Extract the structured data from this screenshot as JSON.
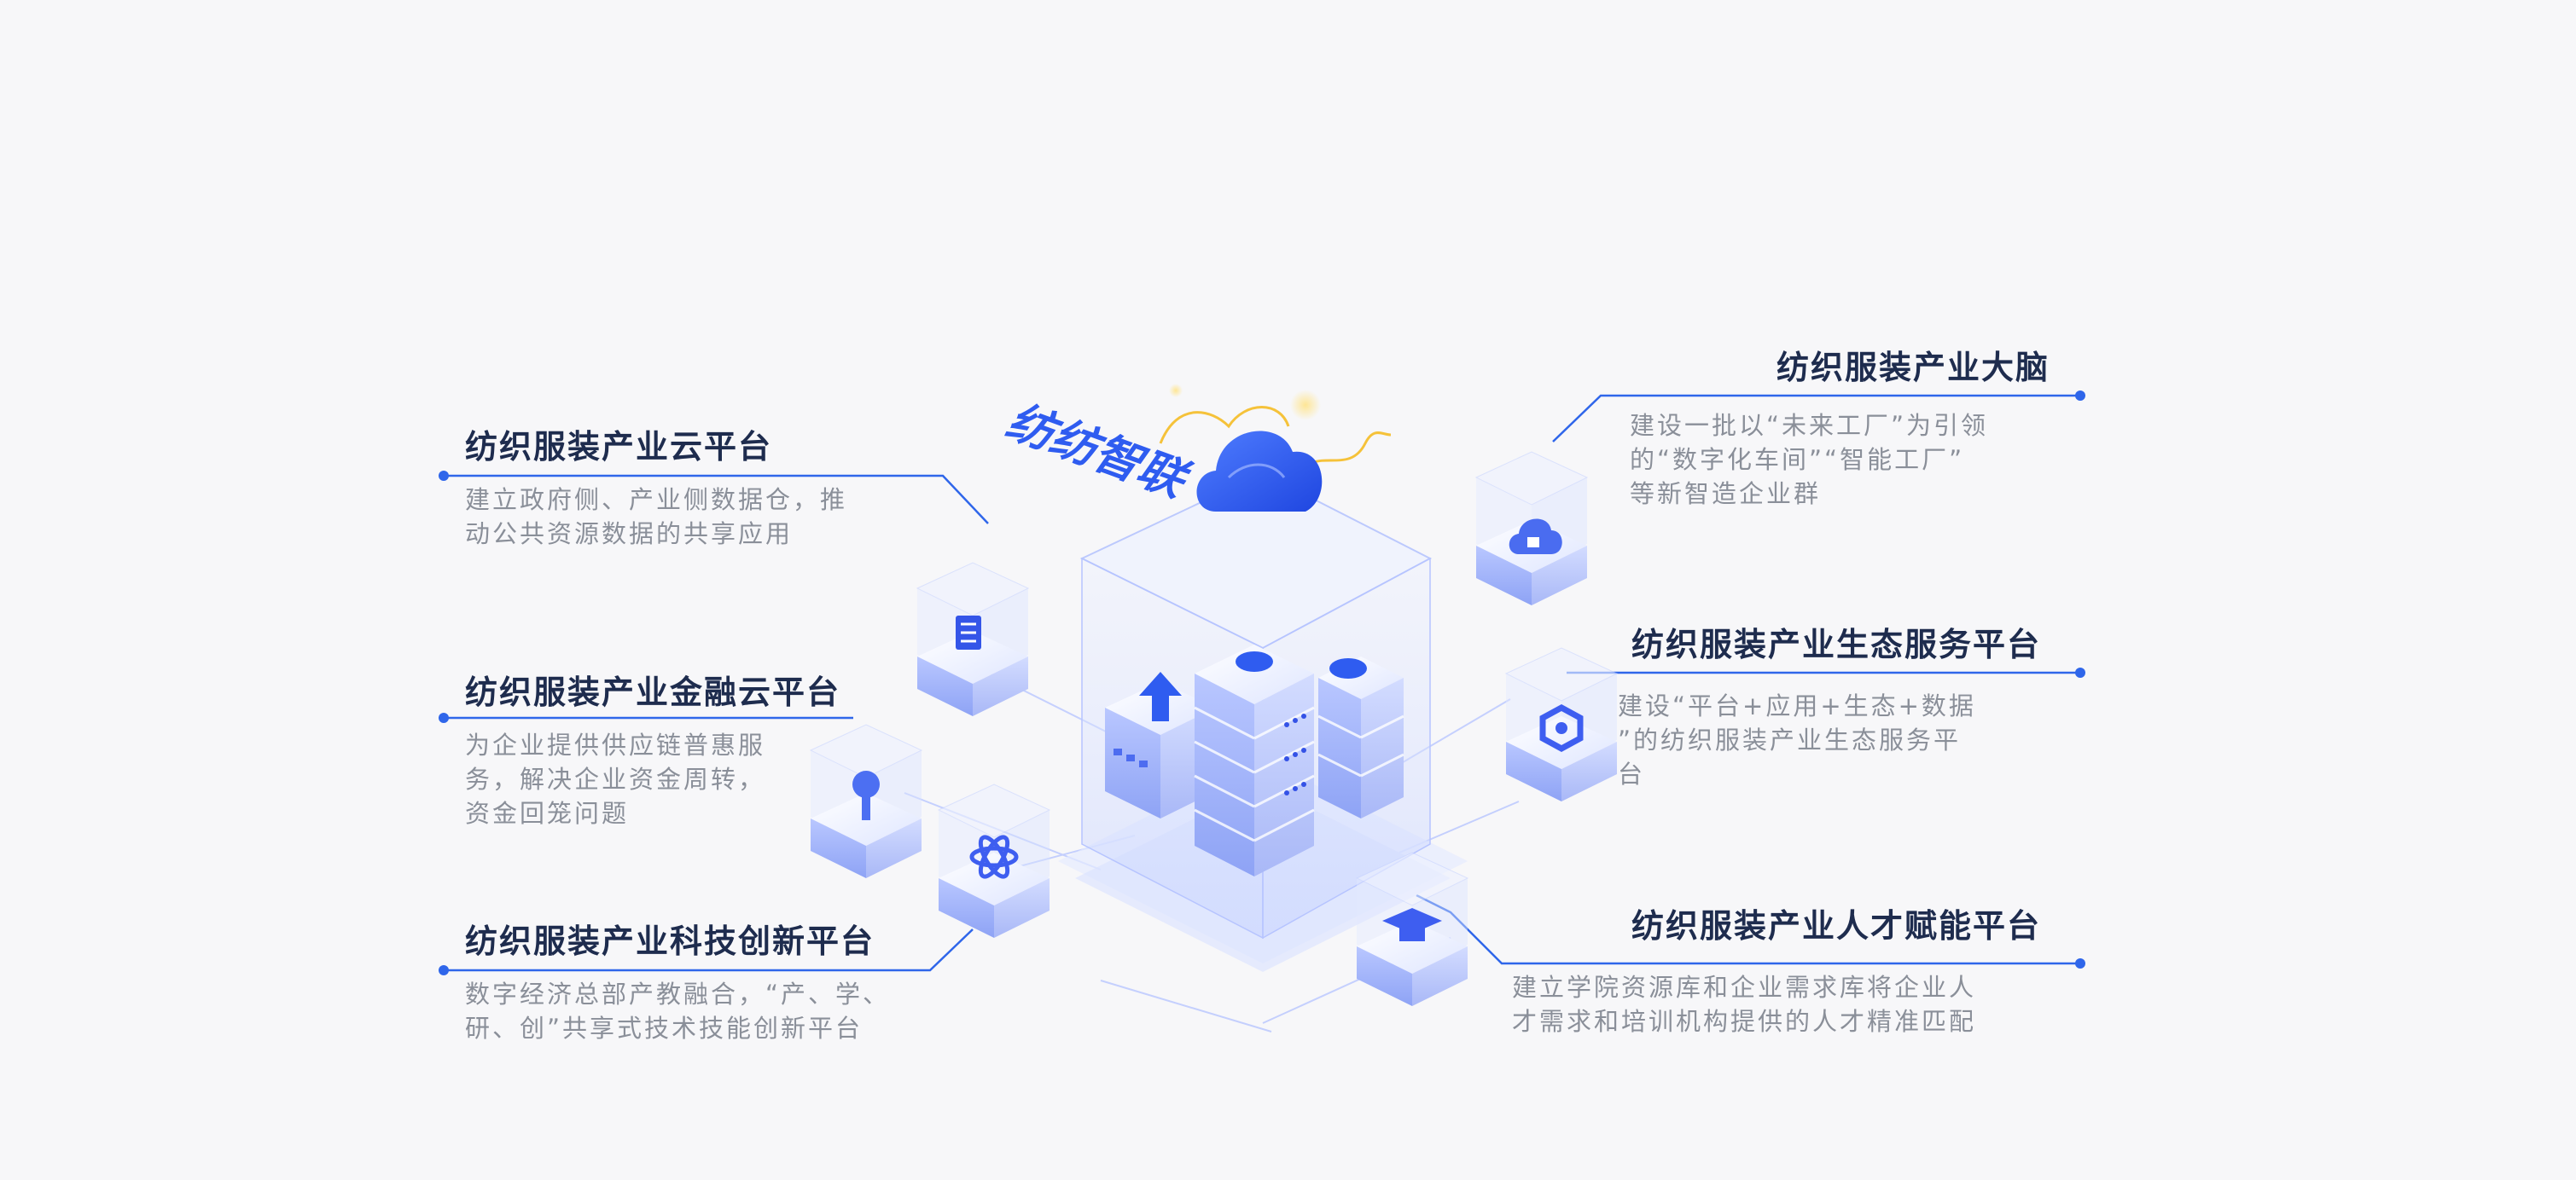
{
  "platform_label": "纺纺智联",
  "left": [
    {
      "title": "纺织服装产业云平台",
      "desc": [
        "建立政府侧、产业侧数据仓，推",
        "动公共资源数据的共享应用"
      ]
    },
    {
      "title": "纺织服装产业金融云平台",
      "desc": [
        "为企业提供供应链普惠服",
        "务，解决企业资金周转，",
        "资金回笼问题"
      ]
    },
    {
      "title": "纺织服装产业科技创新平台",
      "desc": [
        "数字经济总部产教融合，“产、学、",
        "研、创”共享式技术技能创新平台"
      ]
    }
  ],
  "right": [
    {
      "title": "纺织服装产业大脑",
      "desc": [
        "建设一批以“未来工厂”为引领",
        "的“数字化车间”“智能工厂”",
        "等新智造企业群"
      ]
    },
    {
      "title": "纺织服装产业生态服务平台",
      "desc": [
        "建设“平台+应用+生态+数据",
        "”的纺织服装产业生态服务平",
        "台"
      ]
    },
    {
      "title": "纺织服装产业人才赋能平台",
      "desc": [
        "建立学院资源库和企业需求库将企业人",
        "才需求和培训机构提供的人才精准匹配"
      ]
    }
  ],
  "colors": {
    "accent": "#2f66ea",
    "title": "#1e2c4e",
    "desc": "#8a8f99",
    "background": "#f7f7f9"
  },
  "icons": [
    "document-icon",
    "cloud-lock-icon",
    "key-icon",
    "atom-icon",
    "hexagon-shield-icon",
    "graduation-cap-icon",
    "upload-arrow-icon",
    "cloud-icon"
  ]
}
